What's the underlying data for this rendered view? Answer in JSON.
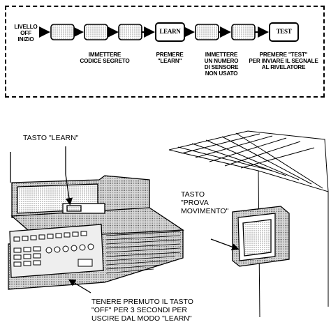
{
  "flow": {
    "start_label": [
      "LIVELLO",
      "OFF",
      "INIZIO"
    ],
    "box_learn": "LEARN",
    "box_test": "TEST",
    "step_code": [
      "IMMETTERE",
      "CODICE SEGRETO"
    ],
    "step_learn": [
      "PREMERE",
      "\"LEARN\""
    ],
    "step_sensor": [
      "IMMETTERE",
      "UN NUMERO",
      "DI SENSORE",
      "NON USATO"
    ],
    "step_test": [
      "PREMERE \"TEST\"",
      "PER INVIARE IL SEGNALE",
      "AL RIVELATORE"
    ]
  },
  "callouts": {
    "learn_key": "TASTO \"LEARN\"",
    "test_key": [
      "TASTO",
      "\"PROVA",
      "MOVIMENTO\""
    ],
    "hold_off": [
      "TENERE PREMUTO IL TASTO",
      "\"OFF\" PER 3 SECONDI PER",
      "USCIRE DAL MODO \"LEARN\""
    ]
  }
}
